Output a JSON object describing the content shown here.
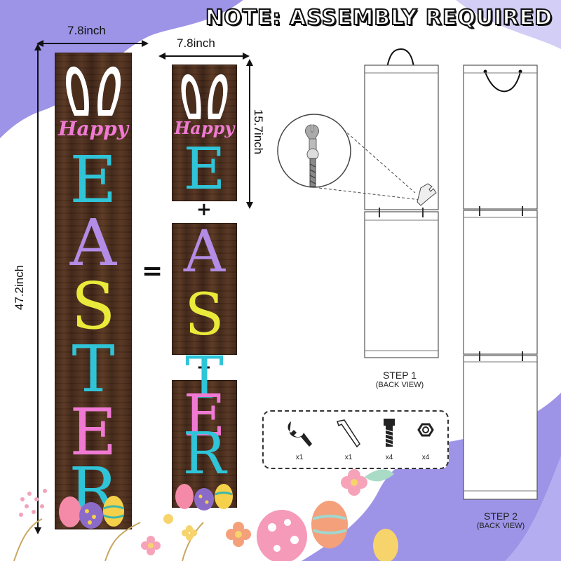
{
  "note": "NOTE: ASSEMBLY REQUIRED",
  "dimensions": {
    "full_width": "7.8inch",
    "full_height": "47.2inch",
    "panel_width": "7.8inch",
    "panel_height": "15.7inch"
  },
  "sign": {
    "happy": "Happy",
    "letters": [
      "E",
      "A",
      "S",
      "T",
      "E",
      "R"
    ]
  },
  "operators": {
    "equals": "=",
    "plus": "+"
  },
  "steps": [
    {
      "title": "STEP 1",
      "subtitle": "(BACK VIEW)"
    },
    {
      "title": "STEP 2",
      "subtitle": "(BACK VIEW)"
    }
  ],
  "tools": [
    {
      "icon": "wrench-icon",
      "qty": "x1"
    },
    {
      "icon": "hex-key-icon",
      "qty": "x1"
    },
    {
      "icon": "bolt-icon",
      "qty": "x4"
    },
    {
      "icon": "nut-icon",
      "qty": "x4"
    }
  ],
  "colors": {
    "letter_colors": [
      "#2fc4d8",
      "#b38ce6",
      "#eaea3a",
      "#2fc4d8",
      "#f07ad3",
      "#2fc4d8"
    ],
    "happy": "#f07ad3",
    "purple_bg": "#9d94e8",
    "wood": "#4a2d1b"
  }
}
